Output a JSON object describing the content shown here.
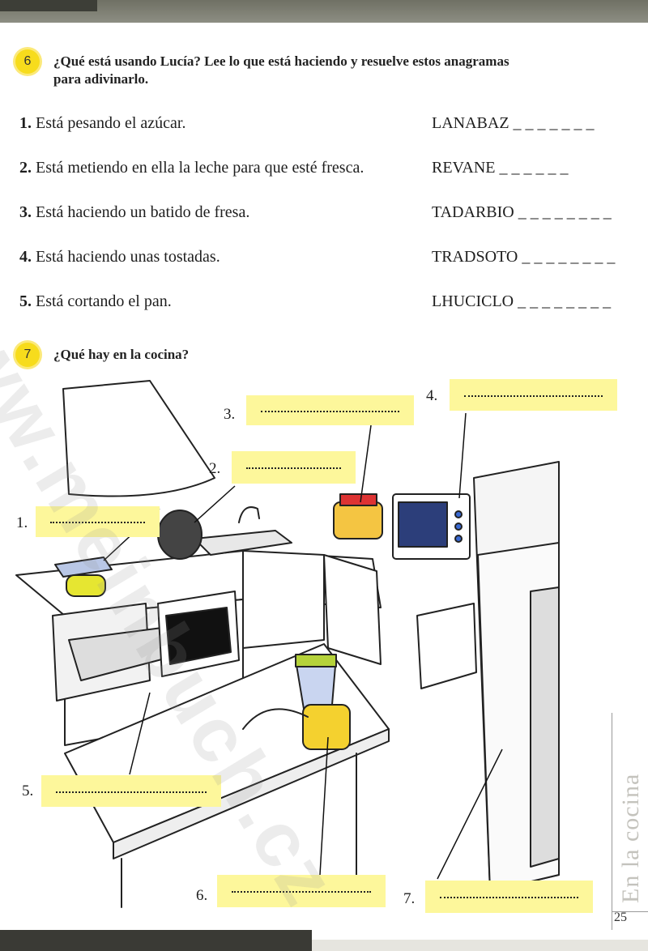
{
  "exercise6": {
    "number": "6",
    "instruction_line1": "¿Qué está usando Lucía? Lee lo que está haciendo y resuelve estos anagramas",
    "instruction_line2": "para adivinarlo.",
    "items": [
      {
        "num": "1.",
        "text": "Está pesando el azúcar.",
        "anagram": "LANABAZ",
        "blanks": "_ _ _ _ _ _ _"
      },
      {
        "num": "2.",
        "text": "Está metiendo en ella la leche para que esté fresca.",
        "anagram": "REVANE",
        "blanks": "_ _ _ _ _ _"
      },
      {
        "num": "3.",
        "text": "Está haciendo un batido de fresa.",
        "anagram": "TADARBIO",
        "blanks": "_ _ _ _ _ _ _ _"
      },
      {
        "num": "4.",
        "text": "Está haciendo unas tostadas.",
        "anagram": "TRADSOTO",
        "blanks": "_ _ _ _ _ _ _ _"
      },
      {
        "num": "5.",
        "text": "Está cortando el pan.",
        "anagram": "LHUCICLO",
        "blanks": "_ _ _ _ _ _ _ _"
      }
    ]
  },
  "exercise7": {
    "number": "7",
    "instruction": "¿Qué hay en la cocina?",
    "labels": [
      {
        "num": "1."
      },
      {
        "num": "2."
      },
      {
        "num": "3."
      },
      {
        "num": "4."
      },
      {
        "num": "5."
      },
      {
        "num": "6."
      },
      {
        "num": "7."
      }
    ]
  },
  "watermark": "www.meinbuch.cz",
  "sidebar": {
    "title": "En la cocina",
    "page": "25"
  },
  "colors": {
    "badge": "#f7dc1c",
    "answer_field": "#fdf79b",
    "header_band": "#7d7e73"
  }
}
